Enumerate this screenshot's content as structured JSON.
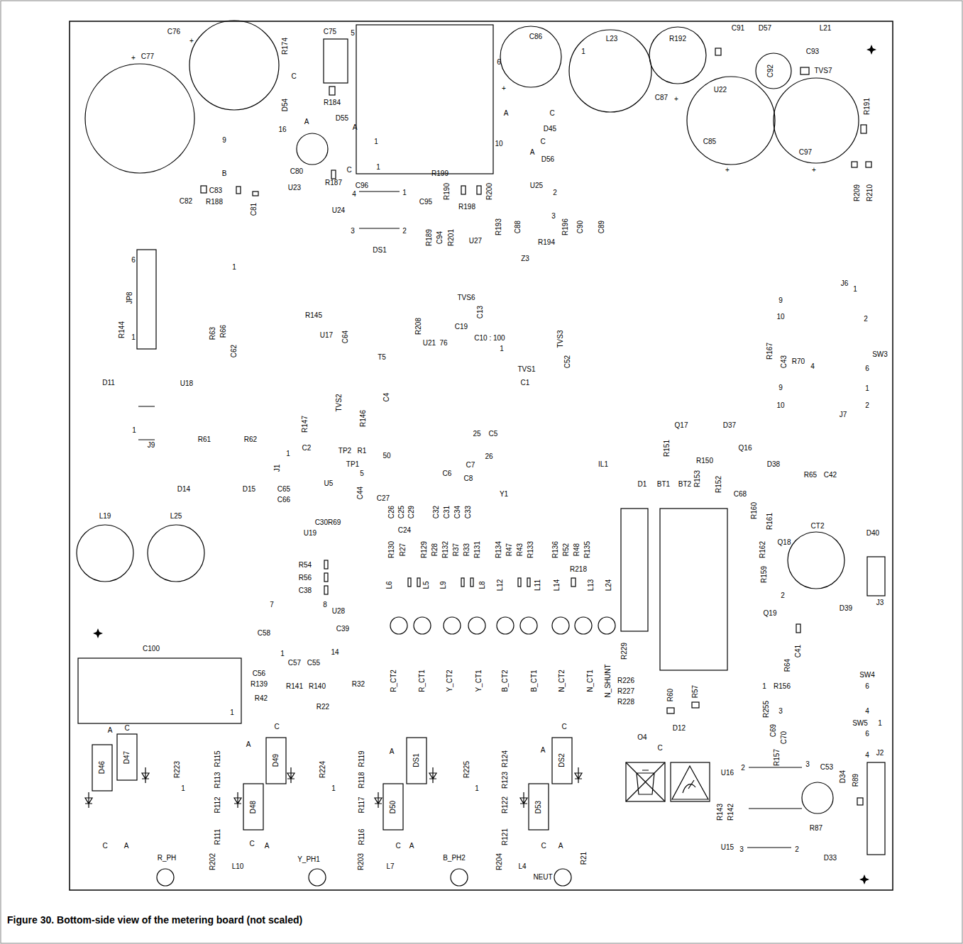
{
  "diagram": {
    "caption": "Figure 30. Bottom-side view of the metering board (not scaled)",
    "labels": [
      "C77",
      "+",
      "C76",
      "+",
      "R174",
      "C75",
      "5",
      "C",
      "R184",
      "D54",
      "D55",
      "16",
      "A",
      "A",
      "C80",
      "U23",
      "R187",
      "C",
      "9",
      "B",
      "C83",
      "C82",
      "R188",
      "C81",
      "1",
      "6",
      "10",
      "1",
      "C96",
      "U24",
      "4",
      "1",
      "3",
      "2",
      "DS1",
      "C86",
      "+",
      "L23",
      "1",
      "R192",
      "C87",
      "+",
      "C91",
      "D57",
      "L21",
      "C93",
      "TVS7",
      "U22",
      "C92",
      "C85",
      "+",
      "C97",
      "+",
      "R191",
      "R209",
      "R210",
      "D45",
      "A",
      "C",
      "C",
      "A",
      "D56",
      "R199",
      "R190",
      "R200",
      "U25",
      "2",
      "3",
      "C95",
      "R198",
      "R189",
      "C94",
      "R201",
      "U27",
      "R193",
      "C88",
      "R196",
      "R194",
      "C90",
      "C89",
      "Z3",
      "6",
      "1",
      "JP8",
      "R144",
      "1",
      "R63",
      "R66",
      "C62",
      "U18",
      "D11",
      "J9",
      "1",
      "R61",
      "R62",
      "J1",
      "D14",
      "D15",
      "C65",
      "C66",
      "L19",
      "L25",
      "R145",
      "U17",
      "C64",
      "R208",
      "U21",
      "76",
      "T5",
      "TVS6",
      "C13",
      "C19",
      "C10 : 100",
      "1",
      "TVS3",
      "C52",
      "TVS1",
      "C1",
      "TVS2",
      "R146",
      "C4",
      "R147",
      "C2",
      "1",
      "TP2",
      "R1",
      "50",
      "TP1",
      "5",
      "C5",
      "25",
      "26",
      "Y1",
      "C7",
      "C8",
      "C6",
      "U5",
      "C44",
      "C30R69",
      "U19",
      "C27",
      "C26",
      "C25",
      "C24",
      "C29",
      "C32",
      "C31",
      "C34",
      "C33",
      "R130",
      "R27",
      "R129",
      "R28",
      "R132",
      "R37",
      "R33",
      "R131",
      "R134",
      "R47",
      "R43",
      "R133",
      "R136",
      "R52",
      "R48",
      "R135",
      "L6",
      "L5",
      "L9",
      "L8",
      "L12",
      "L11",
      "L14",
      "L13",
      "L24",
      "R_CT2",
      "R_CT1",
      "Y_CT2",
      "Y_CT1",
      "B_CT2",
      "B_CT1",
      "N_CT2",
      "N_CT1",
      "N_SHUNT",
      "R218",
      "R229",
      "R226",
      "R227",
      "R228",
      "R60",
      "R57",
      "O4",
      "C",
      "D12",
      "D1",
      "BT1",
      "BT2",
      "IL1",
      "Q17",
      "D37",
      "R151",
      "R150",
      "Q16",
      "R153",
      "R152",
      "C68",
      "D38",
      "R65",
      "C42",
      "R160",
      "R161",
      "R162",
      "R159",
      "Q18",
      "Q19",
      "2",
      "CT2",
      "D40",
      "J3",
      "D39",
      "J6",
      "1",
      "9",
      "10",
      "2",
      "SW3",
      "R167",
      "C43",
      "R70",
      "4",
      "6",
      "9",
      "1",
      "10",
      "2",
      "J7",
      "C41",
      "R64",
      "SW4",
      "1",
      "R156",
      "6",
      "R255",
      "3",
      "4",
      "C69",
      "SW5",
      "1",
      "6",
      "C70",
      "R157",
      "4",
      "U16",
      "2",
      "3",
      "C53",
      "D34",
      "R89",
      "J2",
      "R143",
      "R142",
      "U15",
      "3",
      "2",
      "R87",
      "D33",
      "C100",
      "1",
      "C",
      "C58",
      "C39",
      "14",
      "1",
      "C57",
      "C55",
      "C56",
      "R139",
      "R141",
      "R140",
      "R32",
      "R42",
      "R22",
      "R54",
      "R56",
      "C38",
      "7",
      "U28",
      "8",
      "D46",
      "D47",
      "A",
      "C",
      "A",
      "R223",
      "1",
      "R115",
      "R113",
      "R112",
      "R111",
      "C",
      "A",
      "D49",
      "D48",
      "C",
      "A",
      "R224",
      "1",
      "R119",
      "R118",
      "R117",
      "R116",
      "DS1",
      "A",
      "D50",
      "C",
      "A",
      "R225",
      "1",
      "R124",
      "R123",
      "R122",
      "R121",
      "DS2",
      "C",
      "A",
      "D53",
      "C",
      "A",
      "R202",
      "L10",
      "R_PH",
      "Y_PH1",
      "R203",
      "L7",
      "B_PH2",
      "R204",
      "L4",
      "NEUT",
      "R21"
    ]
  }
}
